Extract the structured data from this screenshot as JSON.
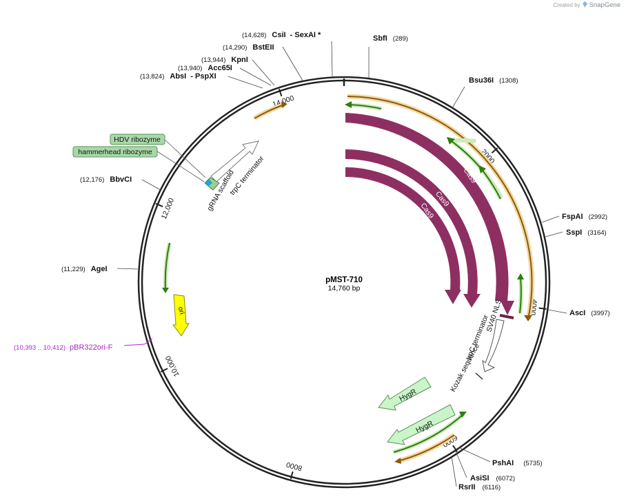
{
  "branding": {
    "created_by": "Created by",
    "product": "SnapGene"
  },
  "plasmid": {
    "name": "pMST-710",
    "length_label": "14,760 bp",
    "total_bp": 14760
  },
  "ticks": [
    {
      "bp": 0,
      "label": ""
    },
    {
      "bp": 2000,
      "label": "2000"
    },
    {
      "bp": 4000,
      "label": "4000"
    },
    {
      "bp": 6000,
      "label": "6000"
    },
    {
      "bp": 8000,
      "label": "8000"
    },
    {
      "bp": 10000,
      "label": "10,000"
    },
    {
      "bp": 12000,
      "label": "12,000"
    },
    {
      "bp": 14000,
      "label": "14,000"
    }
  ],
  "sites": [
    {
      "name": "SbfI",
      "pos": "(289)"
    },
    {
      "name": "Bsu36I",
      "pos": "(1308)"
    },
    {
      "name": "FspAI",
      "pos": "(2992)"
    },
    {
      "name": "SspI",
      "pos": "(3164)"
    },
    {
      "name": "AscI",
      "pos": "(3997)"
    },
    {
      "name": "PshAI",
      "pos": "(5735)"
    },
    {
      "name": "AsiSI",
      "pos": "(6072)"
    },
    {
      "name": "RsrII",
      "pos": "(6116)"
    },
    {
      "name": "AgeI",
      "pos": "(11,229)"
    },
    {
      "name": "BbvCI",
      "pos": "(12,176)"
    },
    {
      "name": "AbsI  - PspXI",
      "pos": "(13,824)"
    },
    {
      "name": "Acc65I",
      "pos": "(13,940)"
    },
    {
      "name": "KpnI",
      "pos": "(13,944)"
    },
    {
      "name": "BstEII",
      "pos": "(14,290)"
    },
    {
      "name": "CsiI  - SexAI *",
      "pos": "(14,628)"
    }
  ],
  "primer_site": {
    "name": "pBR322ori-F",
    "pos": "(10,393 .. 10,412)"
  },
  "features": {
    "cas9": [
      "Cas9",
      "Cas9",
      "Cas9"
    ],
    "hygr": [
      "HygR",
      "HygR"
    ],
    "ori": "ori",
    "sv40_nls": "SV40 NLS",
    "trpc_terminator_right": "trpC terminator",
    "kozak": "Kozak sequence",
    "grna_scaffold": "gRNA scaffold",
    "trpc_terminator_left": "trpC terminator",
    "hdv_ribozyme": "HDV ribozyme",
    "hammerhead_ribozyme": "hammerhead ribozyme"
  },
  "colors": {
    "cas9": "#8e2f62",
    "hygr": "#c9f5c9",
    "ori": "#ffff00",
    "primer": "#a626c9",
    "orange": "#f0a030",
    "green": "#3a9a1a",
    "ribozyme": "#a8d8a8"
  }
}
